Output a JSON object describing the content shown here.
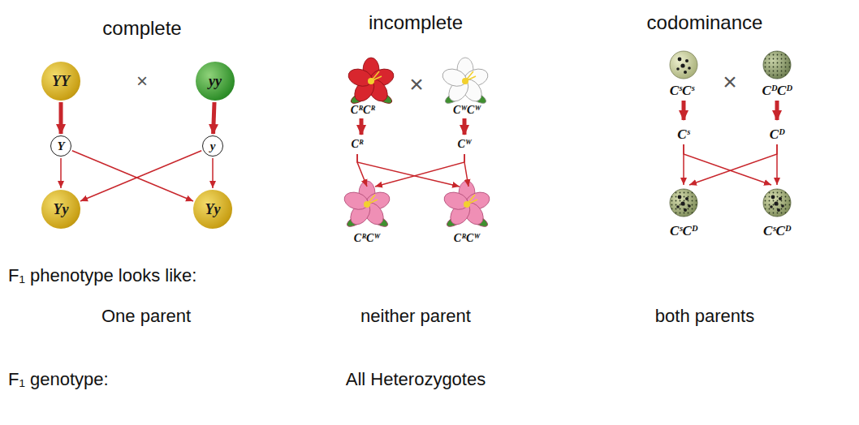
{
  "diagram": {
    "nodes": [
      {
        "text": [
          "YY"
        ]
      },
      {
        "text": [
          "yy"
        ]
      },
      {
        "text": [
          "Y"
        ]
      },
      {
        "text": [
          "y"
        ]
      },
      {
        "text": [
          "Yy"
        ]
      },
      {
        "text": [
          "Yy"
        ]
      }
    ],
    "edges": [
      {
        "from": 0,
        "to": 2,
        "arrow": "to"
      },
      {
        "from": 1,
        "to": 3,
        "arrow": "to"
      },
      {
        "from": 2,
        "to": 4,
        "arrow": "to"
      },
      {
        "from": 2,
        "to": 5,
        "arrow": "to"
      },
      {
        "from": 3,
        "to": 4,
        "arrow": "to"
      },
      {
        "from": 3,
        "to": 5,
        "arrow": "to"
      }
    ],
    "labels": [
      "complete",
      "×",
      "incomplete",
      "CᴿCᴿ",
      "×",
      "CᵂCᵂ",
      "Cᴿ",
      "Cᵂ",
      "CᴿCᵂ",
      "CᴿCᵂ",
      "codominance",
      "CˢCˢ",
      "×",
      "CᴰCᴰ",
      "Cˢ",
      "Cᴰ",
      "CˢCᴰ",
      "CˢCᴰ",
      "F₁ phenotype looks like:",
      "One parent",
      "neither parent",
      "both parents",
      "F₁ genotype:",
      "All Heterozygotes"
    ]
  }
}
